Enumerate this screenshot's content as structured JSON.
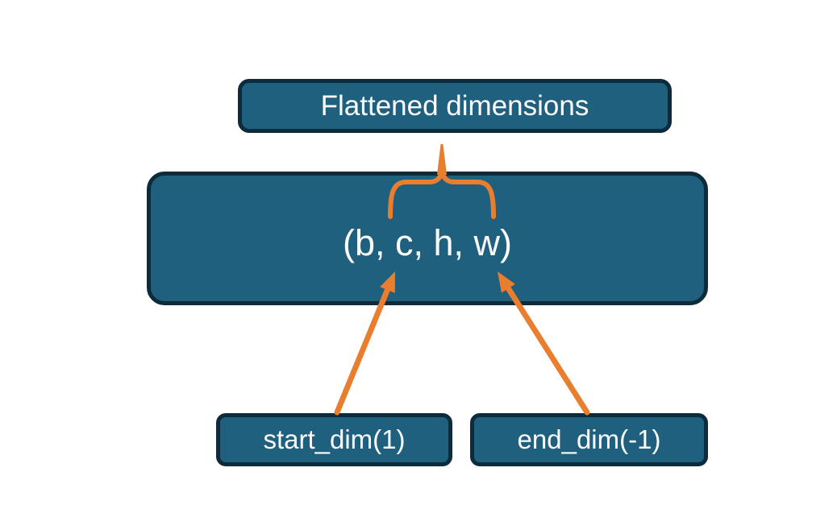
{
  "colors": {
    "background": "#FFFFFF",
    "node_fill": "#20607F",
    "node_border": "#0D2B3A",
    "node_text": "#FCFCFC",
    "connector_orange": "#E87E2E"
  },
  "nodes": {
    "flattened": {
      "label": "Flattened dimensions"
    },
    "tensor": {
      "label": "(b, c, h, w)"
    },
    "start_dim": {
      "label": "start_dim(1)"
    },
    "end_dim": {
      "label": "end_dim(-1)"
    }
  }
}
